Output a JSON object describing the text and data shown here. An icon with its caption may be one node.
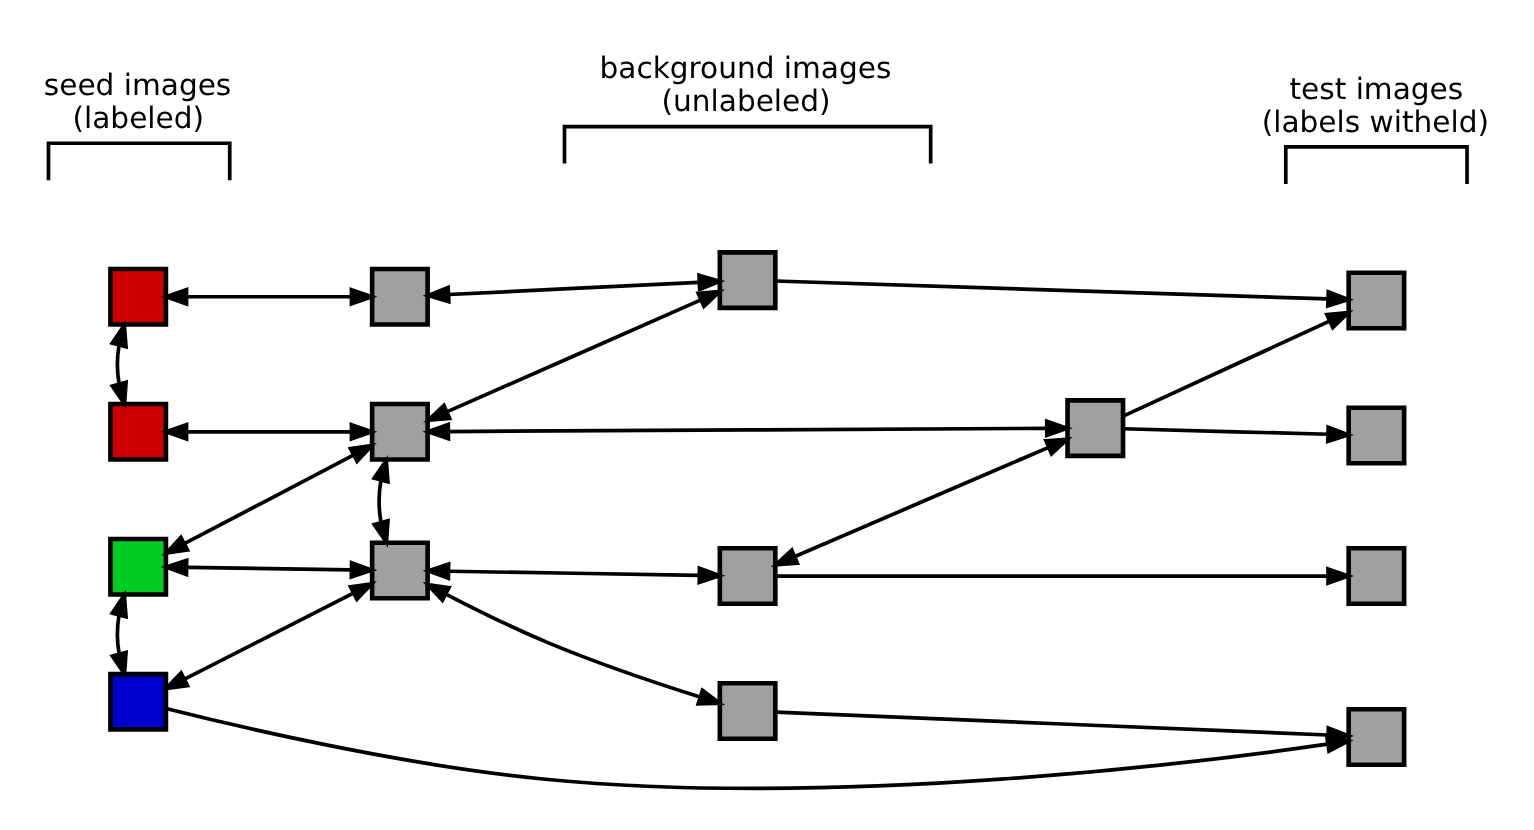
{
  "diagram": {
    "nodes": [
      {
        "text": [],
        "shape": "box"
      },
      {
        "text": [],
        "shape": "box"
      },
      {
        "text": [],
        "shape": "box"
      },
      {
        "text": [],
        "shape": "box"
      },
      {
        "text": [],
        "shape": "box"
      },
      {
        "text": [],
        "shape": "box"
      },
      {
        "text": [],
        "shape": "box"
      },
      {
        "text": [],
        "shape": "box"
      },
      {
        "text": [],
        "shape": "box"
      },
      {
        "text": [],
        "shape": "box"
      },
      {
        "text": [],
        "shape": "box"
      },
      {
        "text": [],
        "shape": "box"
      },
      {
        "text": [],
        "shape": "box"
      },
      {
        "text": [],
        "shape": "box"
      },
      {
        "text": [],
        "shape": "box"
      }
    ],
    "edges": [
      {
        "from": 0,
        "to": 1,
        "arrow": "both"
      },
      {
        "from": 0,
        "to": 4,
        "arrow": "both"
      },
      {
        "from": 4,
        "to": 5,
        "arrow": "both"
      },
      {
        "from": 5,
        "to": 11,
        "arrow": "to"
      },
      {
        "from": 1,
        "to": 6,
        "arrow": "both"
      },
      {
        "from": 6,
        "to": 5,
        "arrow": "both"
      },
      {
        "from": 6,
        "to": 7,
        "arrow": "both"
      },
      {
        "from": 7,
        "to": 11,
        "arrow": "to"
      },
      {
        "from": 7,
        "to": 12,
        "arrow": "to"
      },
      {
        "from": 9,
        "to": 7,
        "arrow": "both"
      },
      {
        "from": 2,
        "to": 6,
        "arrow": "both"
      },
      {
        "from": 2,
        "to": 8,
        "arrow": "both"
      },
      {
        "from": 3,
        "to": 8,
        "arrow": "both"
      },
      {
        "from": 6,
        "to": 8,
        "arrow": "both"
      },
      {
        "from": 8,
        "to": 9,
        "arrow": "both"
      },
      {
        "from": 9,
        "to": 13,
        "arrow": "to"
      },
      {
        "from": 8,
        "to": 10,
        "arrow": "both"
      },
      {
        "from": 10,
        "to": 14,
        "arrow": "to"
      },
      {
        "from": 3,
        "to": 14,
        "arrow": "to"
      },
      {
        "from": 2,
        "to": 3,
        "arrow": "both"
      }
    ],
    "labels": [
      "seed images (labeled)",
      "background images (unlabeled)",
      "test images (labels witheld)"
    ]
  }
}
